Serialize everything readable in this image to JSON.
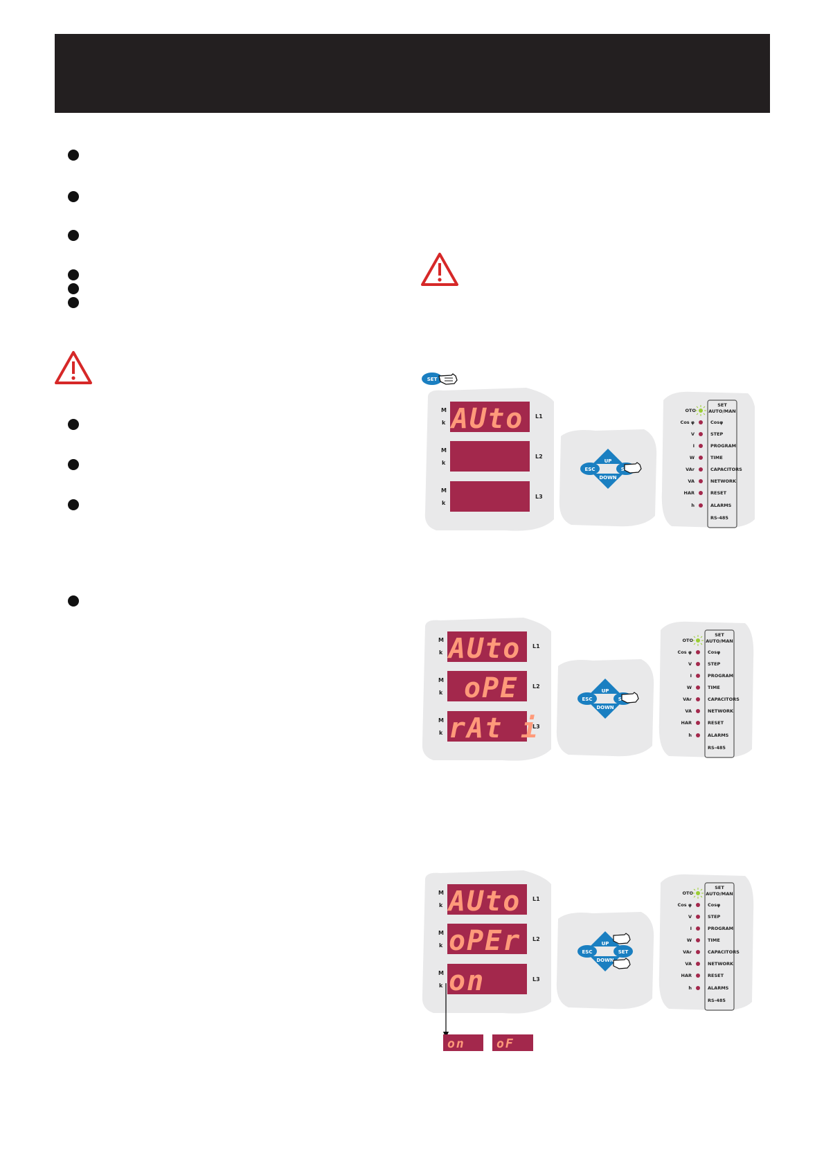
{
  "icons": {
    "warning": "warning-triangle-icon",
    "hand": "pointing-hand-icon",
    "led_blink": "blinking-led-icon"
  },
  "colors": {
    "header": "#231f20",
    "display_bg": "#a3284c",
    "segment": "#ff9a7a",
    "button": "#1a7fc1",
    "led": "#a3284c",
    "led_active": "#9acd32",
    "warning": "#d62828"
  },
  "top_button": "SET",
  "device": {
    "row_labels": [
      "M",
      "k"
    ],
    "line_labels": [
      "L1",
      "L2",
      "L3"
    ],
    "buttons": {
      "up": "UP",
      "down": "DOWN",
      "esc": "ESC",
      "set": "SET"
    },
    "indicators": [
      "OTO",
      "Cos φ",
      "V",
      "I",
      "W",
      "VAr",
      "VA",
      "HAR",
      "h"
    ],
    "menu_header": [
      "SET",
      "AUTO/MAN"
    ],
    "menu": [
      "Cosφ",
      "STEP",
      "PROGRAM",
      "TIME",
      "CAPACITORS",
      "NETWORK",
      "RESET",
      "ALARMS"
    ],
    "menu_footer": "RS-485"
  },
  "panels": [
    {
      "displays": [
        "AUto",
        "",
        ""
      ]
    },
    {
      "displays": [
        "AUto",
        "oPE",
        "rAt i"
      ]
    },
    {
      "displays": [
        "AUto",
        "oPEr",
        "on"
      ]
    }
  ],
  "options": [
    "on",
    "oF"
  ]
}
